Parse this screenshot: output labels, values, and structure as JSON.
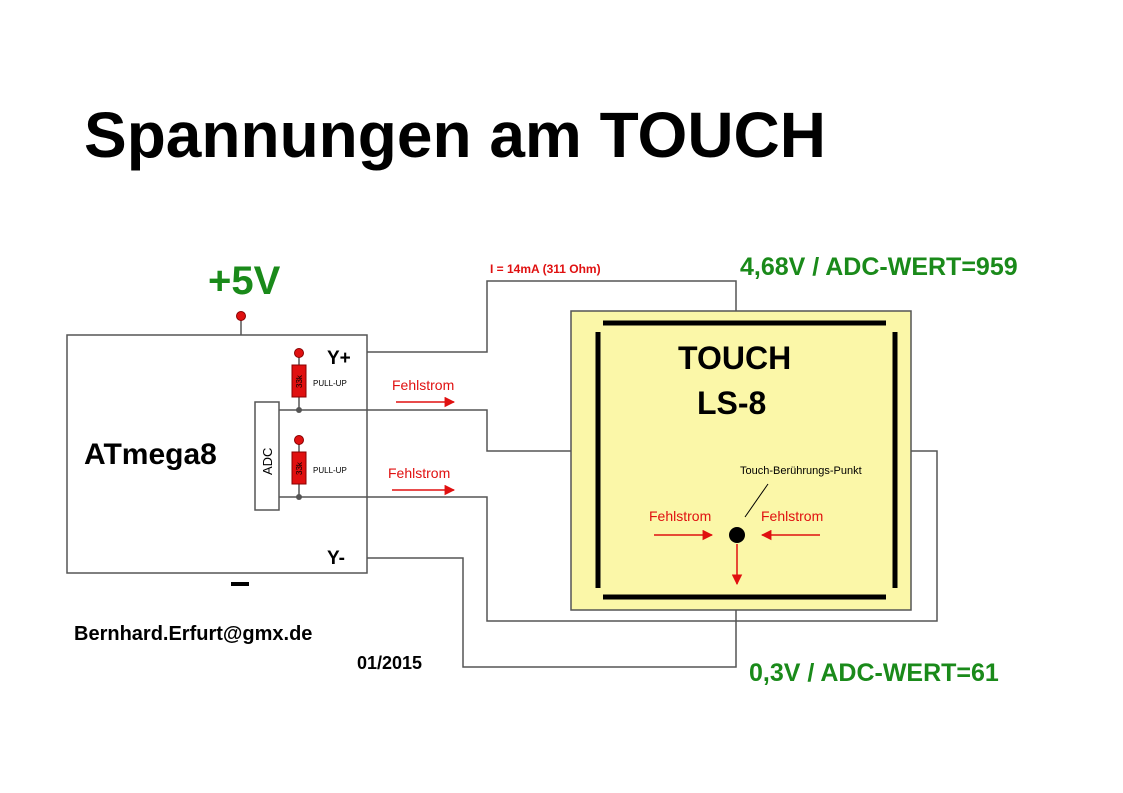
{
  "title": "Spannungen am TOUCH",
  "supply": {
    "label": "+5V"
  },
  "ground": {
    "label": "−"
  },
  "mcu": {
    "name": "ATmega8",
    "adc_label": "ADC",
    "pin_top": "Y+",
    "pin_bottom": "Y-"
  },
  "resistors": {
    "top": {
      "value": "33k",
      "label": "PULL-UP"
    },
    "bottom": {
      "value": "33k",
      "label": "PULL-UP"
    }
  },
  "current_label": "I = 14mA (311 Ohm)",
  "touch": {
    "line1": "TOUCH",
    "line2": "LS-8",
    "point_label": "Touch-Berührungs-Punkt"
  },
  "fehlstrom": {
    "wire1": "Fehlstrom",
    "wire2": "Fehlstrom",
    "left": "Fehlstrom",
    "right": "Fehlstrom"
  },
  "voltage_top": "4,68V / ADC-WERT=959",
  "voltage_bottom": "0,3V / ADC-WERT=61",
  "author": "Bernhard.Erfurt@gmx.de",
  "date": "01/2015",
  "colors": {
    "green": "#1a8a1a",
    "red": "#e01010",
    "touch_fill": "#fbf7a8",
    "wire": "#555555"
  }
}
